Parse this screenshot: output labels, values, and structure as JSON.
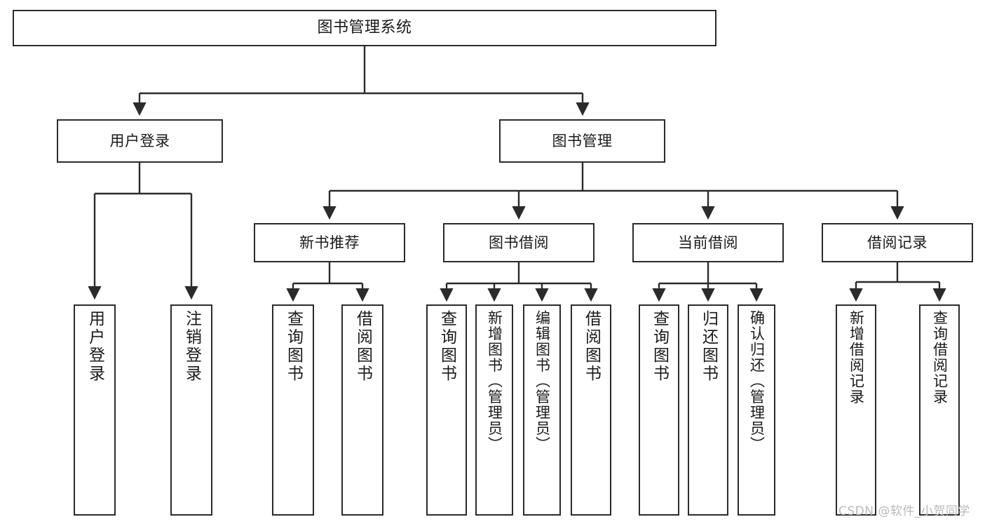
{
  "diagram": {
    "title": "图书管理系统",
    "type": "tree-hierarchy",
    "orientation": "top-down",
    "colors": {
      "node_stroke": "#2b2b2b",
      "node_fill": "#ffffff",
      "edge": "#2b2b2b",
      "text": "#1a1a1a",
      "watermark": "#b9b9b9",
      "background": "#ffffff"
    },
    "watermark": "CSDN @软件_小贺同学"
  },
  "nodes": {
    "root": {
      "label": "图书管理系统",
      "level": 0
    },
    "level1": [
      {
        "id": "user-login",
        "label": "用户登录"
      },
      {
        "id": "book-manage",
        "label": "图书管理"
      }
    ],
    "level2": [
      {
        "id": "new-book-recommend",
        "label": "新书推荐"
      },
      {
        "id": "book-borrow",
        "label": "图书借阅"
      },
      {
        "id": "current-borrow",
        "label": "当前借阅"
      },
      {
        "id": "borrow-record",
        "label": "借阅记录"
      }
    ],
    "leaves": {
      "user_login": [
        {
          "id": "leaf-user-login",
          "label": "用户登录"
        },
        {
          "id": "leaf-logout-login",
          "label": "注销登录"
        }
      ],
      "new_book_recommend": [
        {
          "id": "leaf-query-book-1",
          "label": "查询图书"
        },
        {
          "id": "leaf-borrow-book-1",
          "label": "借阅图书"
        }
      ],
      "book_borrow": [
        {
          "id": "leaf-query-book-2",
          "label": "查询图书"
        },
        {
          "id": "leaf-add-book",
          "label": "新增图书（管理员）"
        },
        {
          "id": "leaf-edit-book",
          "label": "编辑图书（管理员）"
        },
        {
          "id": "leaf-borrow-book-2",
          "label": "借阅图书"
        }
      ],
      "current_borrow": [
        {
          "id": "leaf-query-book-3",
          "label": "查询图书"
        },
        {
          "id": "leaf-return-book",
          "label": "归还图书"
        },
        {
          "id": "leaf-confirm-return",
          "label": "确认归还（管理员）"
        }
      ],
      "borrow_record": [
        {
          "id": "leaf-add-record",
          "label": "新增借阅记录"
        },
        {
          "id": "leaf-query-record",
          "label": "查询借阅记录"
        }
      ]
    }
  },
  "chart_data": {
    "type": "table",
    "title": "图书管理系统 功能结构图",
    "tree": {
      "name": "图书管理系统",
      "children": [
        {
          "name": "用户登录",
          "children": [
            {
              "name": "用户登录"
            },
            {
              "name": "注销登录"
            }
          ]
        },
        {
          "name": "图书管理",
          "children": [
            {
              "name": "新书推荐",
              "children": [
                {
                  "name": "查询图书"
                },
                {
                  "name": "借阅图书"
                }
              ]
            },
            {
              "name": "图书借阅",
              "children": [
                {
                  "name": "查询图书"
                },
                {
                  "name": "新增图书（管理员）"
                },
                {
                  "name": "编辑图书（管理员）"
                },
                {
                  "name": "借阅图书"
                }
              ]
            },
            {
              "name": "当前借阅",
              "children": [
                {
                  "name": "查询图书"
                },
                {
                  "name": "归还图书"
                },
                {
                  "name": "确认归还（管理员）"
                }
              ]
            },
            {
              "name": "借阅记录",
              "children": [
                {
                  "name": "新增借阅记录"
                },
                {
                  "name": "查询借阅记录"
                }
              ]
            }
          ]
        }
      ]
    }
  }
}
